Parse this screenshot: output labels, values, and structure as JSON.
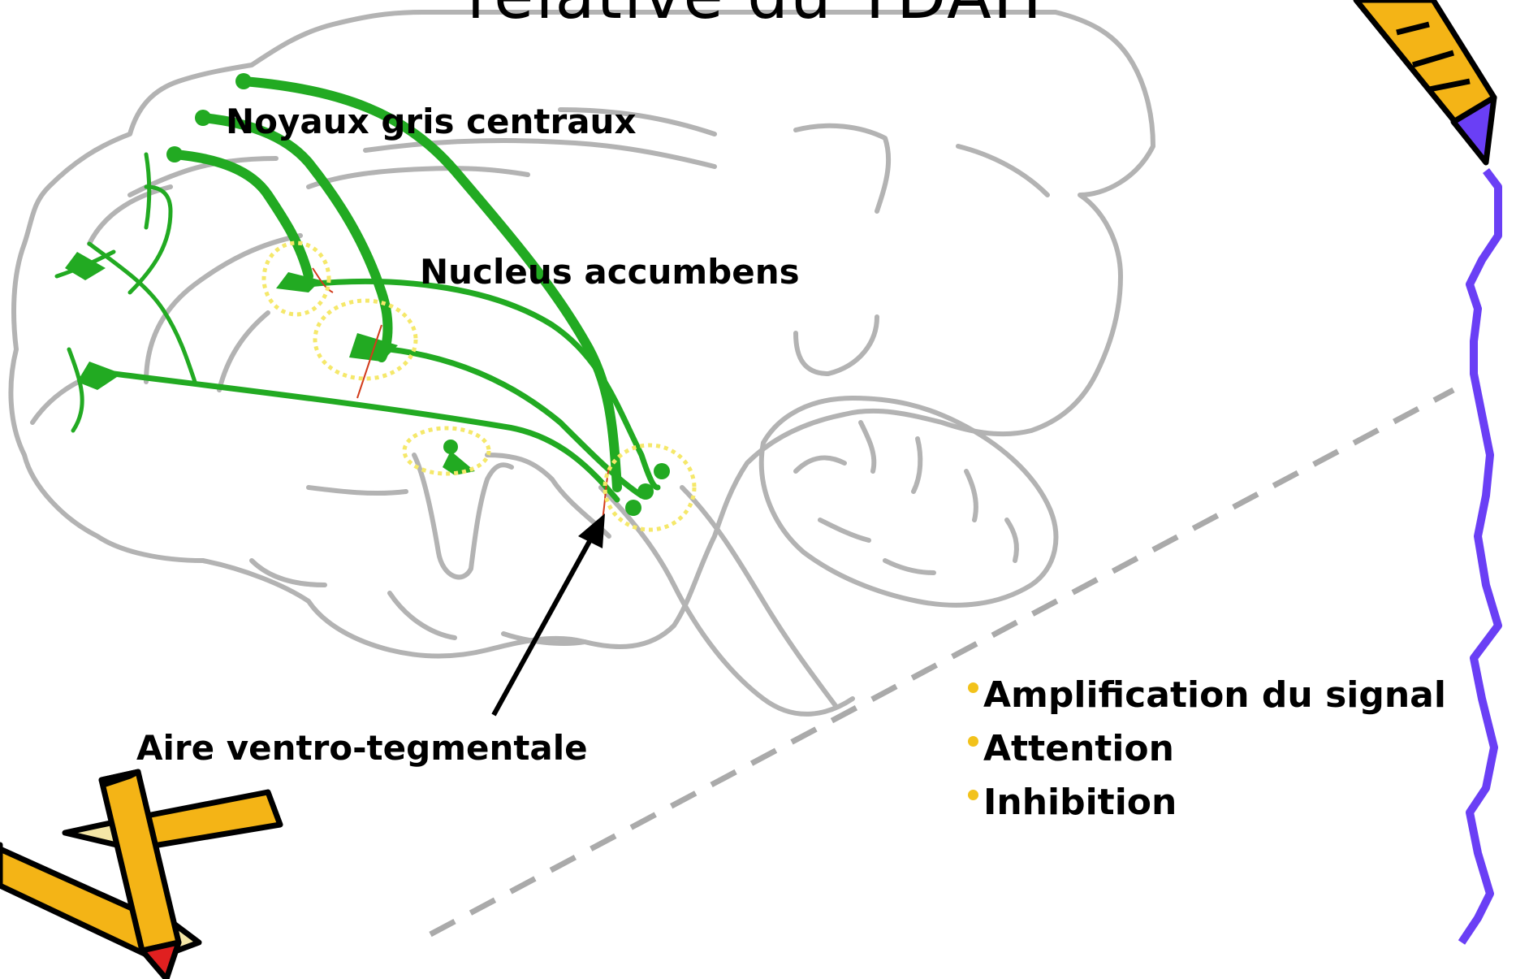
{
  "slide": {
    "title": "relative du TDAH"
  },
  "labels": {
    "basal_ganglia": "Noyaux gris centraux",
    "nucleus_accumbens": "Nucleus accumbens",
    "vta": "Aire ventro-tegmentale"
  },
  "bullets": [
    {
      "text": "Amplification du signal"
    },
    {
      "text": "Attention"
    },
    {
      "text": "Inhibition"
    }
  ],
  "colors": {
    "brain_outline": "#b3b3b3",
    "pathway": "#22aa22",
    "highlight_circle": "#f5e86a",
    "bullet": "#f2c21b",
    "dashed_line": "#aaaaaa",
    "border": "#6a3ff5",
    "pencil_body": "#f4b416"
  },
  "icons": [
    "pencil-clipart-icon",
    "crossed-pencils-clipart-icon"
  ]
}
